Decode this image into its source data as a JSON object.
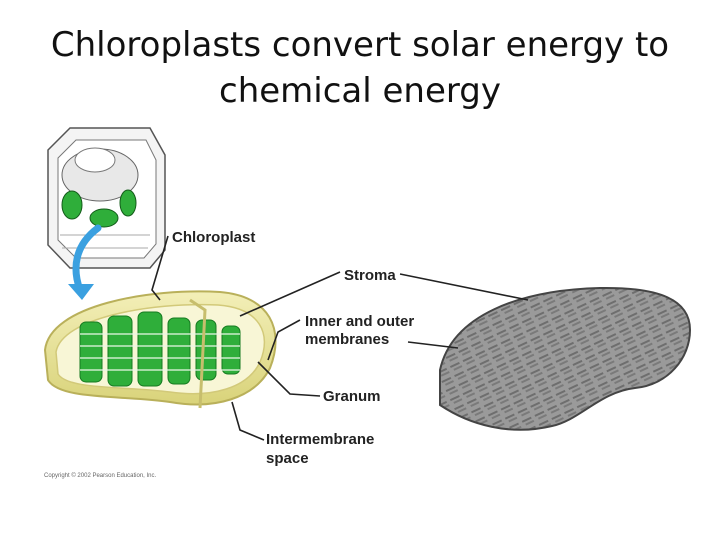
{
  "title": {
    "line1": "Chloroplasts convert solar energy to",
    "line2": "chemical energy"
  },
  "labels": {
    "chloroplast": "Chloroplast",
    "stroma": "Stroma",
    "membranes_1": "Inner and outer",
    "membranes_2": "membranes",
    "granum": "Granum",
    "intermembrane_1": "Intermembrane",
    "intermembrane_2": "space"
  },
  "copyright": "Copyright © 2002 Pearson Education, Inc.",
  "colors": {
    "chloroplast_green": "#2fae3a",
    "envelope_yellow": "#e9e49a",
    "arrow_blue": "#3aa0e0",
    "micrograph_gray": "#8c8c8c"
  }
}
